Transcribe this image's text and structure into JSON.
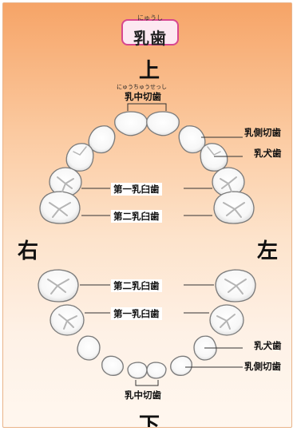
{
  "title": {
    "ruby": "にゅうし",
    "text": "乳歯"
  },
  "upper": {
    "direction": "上",
    "central_ruby": "にゅうちゅうせっし",
    "central_incisor": "乳中切歯",
    "lateral_incisor": "乳側切歯",
    "canine": "乳犬歯",
    "first_molar": "第一乳臼歯",
    "second_molar": "第二乳臼歯"
  },
  "lower": {
    "direction": "下",
    "central_incisor": "乳中切歯",
    "lateral_incisor": "乳側切歯",
    "canine": "乳犬歯",
    "first_molar": "第一乳臼歯",
    "second_molar": "第二乳臼歯"
  },
  "sides": {
    "right": "右",
    "left": "左"
  },
  "colors": {
    "background_top": "#f6a467",
    "background_bottom": "#fff7ef",
    "title_border": "#d7478f",
    "tooth_fill": "#ffffff",
    "tooth_shade": "#c9c9c9"
  }
}
